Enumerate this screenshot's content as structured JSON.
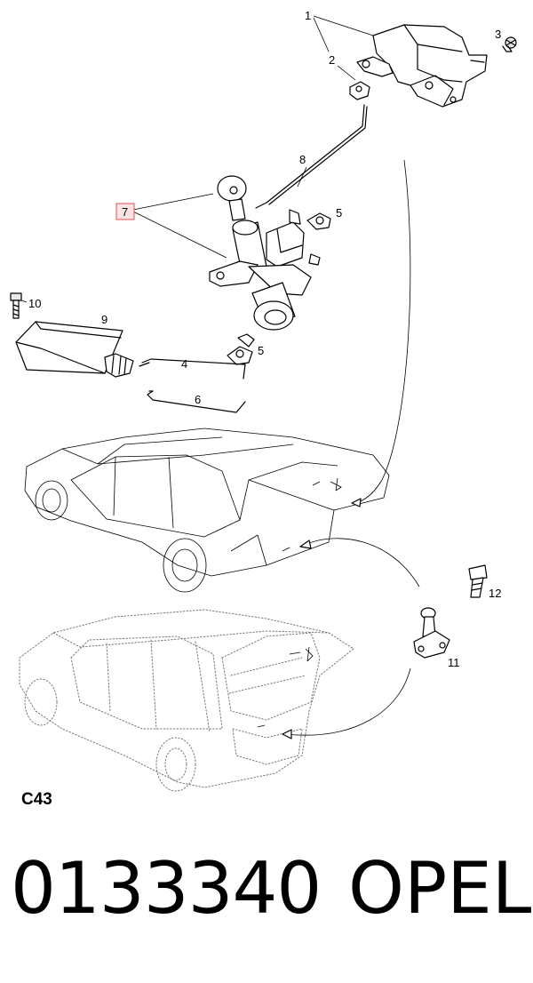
{
  "diagram": {
    "callouts": [
      {
        "id": "c1",
        "label": "1"
      },
      {
        "id": "c2",
        "label": "2"
      },
      {
        "id": "c3",
        "label": "3"
      },
      {
        "id": "c4",
        "label": "4"
      },
      {
        "id": "c5a",
        "label": "5"
      },
      {
        "id": "c5b",
        "label": "5"
      },
      {
        "id": "c6",
        "label": "6"
      },
      {
        "id": "c7",
        "label": "7",
        "highlighted": true
      },
      {
        "id": "c8",
        "label": "8"
      },
      {
        "id": "c9",
        "label": "9"
      },
      {
        "id": "c10",
        "label": "10"
      },
      {
        "id": "c11",
        "label": "11"
      },
      {
        "id": "c12",
        "label": "12"
      }
    ],
    "highlight_color": "#e05050",
    "highlight_fill": "#fbe3e3",
    "code": "C43"
  },
  "caption": {
    "part_number": "0133340",
    "brand": "OPEL"
  }
}
